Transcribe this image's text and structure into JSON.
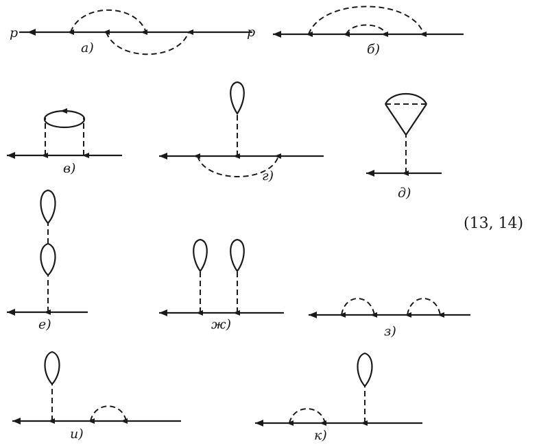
{
  "equation_number": "(13, 14)",
  "momentum_label": "p",
  "diagrams": [
    {
      "id": "a",
      "label": "а)"
    },
    {
      "id": "b",
      "label": "б)"
    },
    {
      "id": "v",
      "label": "в)"
    },
    {
      "id": "g",
      "label": "г)"
    },
    {
      "id": "d",
      "label": "д)"
    },
    {
      "id": "e",
      "label": "е)"
    },
    {
      "id": "zh",
      "label": "ж)"
    },
    {
      "id": "z",
      "label": "з)"
    },
    {
      "id": "i",
      "label": "и)"
    },
    {
      "id": "k",
      "label": "к)"
    }
  ]
}
